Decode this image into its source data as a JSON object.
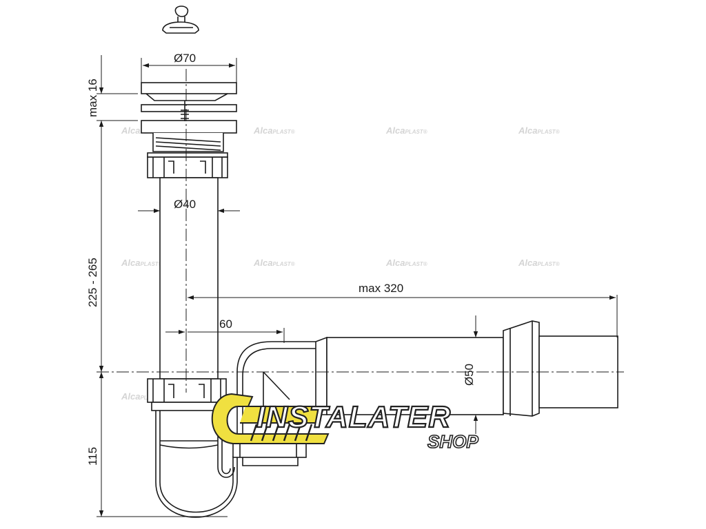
{
  "dimensions": {
    "dia70": "Ø70",
    "max16": "max 16",
    "range225": "225 - 265",
    "dia40": "Ø40",
    "max320": "max 320",
    "d60": "60",
    "dia50": "Ø50",
    "d115": "115"
  },
  "watermark": {
    "text_main": "Alca",
    "text_sub": "PLAST",
    "mark": "®"
  },
  "logo": {
    "main": "INSTALATER",
    "sub": "SHOP",
    "colors": {
      "bulb": "#f0e040",
      "outline": "#222222"
    }
  },
  "colors": {
    "line": "#1a1a1a",
    "watermark": "#d4d4d4"
  }
}
